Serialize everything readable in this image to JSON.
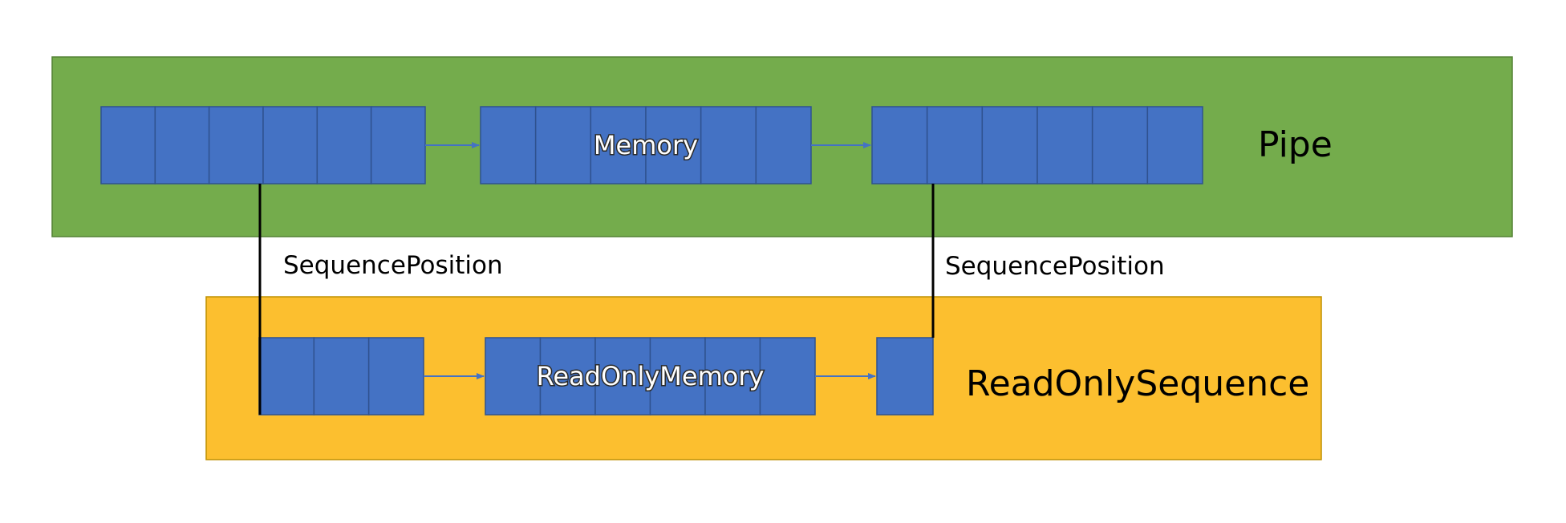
{
  "pipe": {
    "label": "Pipe",
    "color": "#74ac4c",
    "segments": [
      {
        "cells": 6
      },
      {
        "cells": 6,
        "label": "Memory"
      },
      {
        "cells": 6
      }
    ]
  },
  "sequence": {
    "label": "ReadOnlySequence",
    "color": "#fcbf2f",
    "segments": [
      {
        "cells": 3
      },
      {
        "cells": 6,
        "label": "ReadOnlyMemory"
      },
      {
        "cells": 1
      }
    ]
  },
  "positions": [
    {
      "label": "SequencePosition"
    },
    {
      "label": "SequencePosition"
    }
  ],
  "colors": {
    "segment_fill": "#4472c4",
    "segment_border": "#2f528f",
    "arrow": "#4472c4",
    "connector": "#000000"
  }
}
